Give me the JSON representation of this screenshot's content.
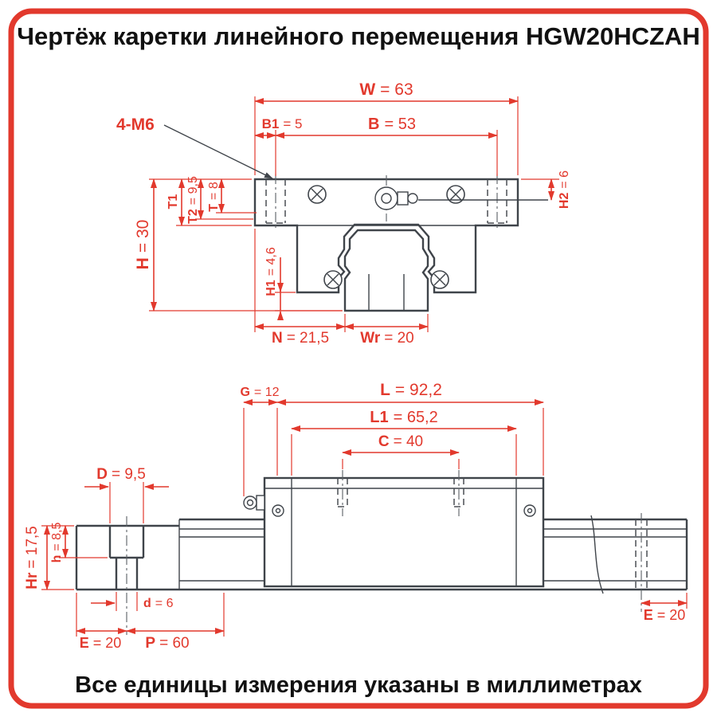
{
  "page": {
    "title": "Чертёж каретки линейного перемещения HGW20HCZAH",
    "footer": "Все единицы измерения указаны в миллиметрах"
  },
  "colors": {
    "accent": "#e2392d",
    "line": "#3f444a"
  },
  "front_view": {
    "thread_note": "4-M6",
    "dims": {
      "W": {
        "name": "W",
        "value": "= 63"
      },
      "B1": {
        "name": "B1",
        "value": "= 5"
      },
      "B": {
        "name": "B",
        "value": "= 53"
      },
      "T1": {
        "name": "T1",
        "value": ""
      },
      "T2": {
        "name": "T2",
        "value": "= 9,5"
      },
      "T": {
        "name": "T",
        "value": "= 8"
      },
      "H": {
        "name": "H",
        "value": "= 30"
      },
      "H1": {
        "name": "H1",
        "value": "= 4,6"
      },
      "H2": {
        "name": "H2",
        "value": "= 6"
      },
      "N": {
        "name": "N",
        "value": "= 21,5"
      },
      "Wr": {
        "name": "Wr",
        "value": "= 20"
      }
    }
  },
  "side_view": {
    "dims": {
      "G": {
        "name": "G",
        "value": "= 12"
      },
      "L": {
        "name": "L",
        "value": "= 92,2"
      },
      "L1": {
        "name": "L1",
        "value": "= 65,2"
      },
      "C": {
        "name": "C",
        "value": "= 40"
      },
      "D": {
        "name": "D",
        "value": "= 9,5"
      },
      "Hr": {
        "name": "Hr",
        "value": "= 17,5"
      },
      "h": {
        "name": "h",
        "value": "= 8,5"
      },
      "d": {
        "name": "d",
        "value": "= 6"
      },
      "E_left": {
        "name": "E",
        "value": "= 20"
      },
      "P": {
        "name": "P",
        "value": "= 60"
      },
      "E_right": {
        "name": "E",
        "value": "= 20"
      }
    }
  }
}
